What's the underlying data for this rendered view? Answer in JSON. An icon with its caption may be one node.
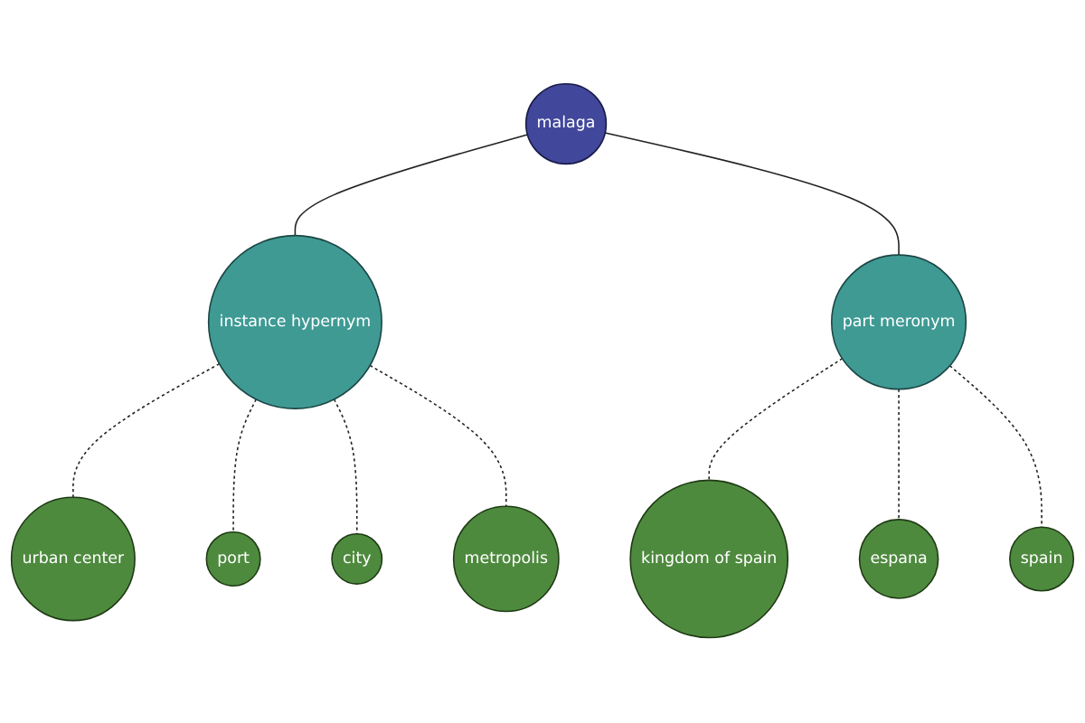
{
  "diagram": {
    "nodes": [
      {
        "text": [
          "urban center"
        ]
      },
      {
        "text": [
          "port"
        ]
      },
      {
        "text": [
          "city"
        ]
      },
      {
        "text": [
          "instance hypernym"
        ]
      },
      {
        "text": [
          "metropolis"
        ]
      },
      {
        "text": [
          "malaga"
        ]
      },
      {
        "text": [
          "kingdom of spain"
        ]
      },
      {
        "text": [
          "part meronym"
        ]
      },
      {
        "text": [
          "espana"
        ]
      },
      {
        "text": [
          "spain"
        ]
      }
    ],
    "edges": [
      {
        "from": 3,
        "to": 0,
        "arrow": "none",
        "style": "dashed"
      },
      {
        "from": 3,
        "to": 1,
        "arrow": "none",
        "style": "dashed"
      },
      {
        "from": 3,
        "to": 2,
        "arrow": "none",
        "style": "dashed"
      },
      {
        "from": 3,
        "to": 4,
        "arrow": "none",
        "style": "dashed"
      },
      {
        "from": 5,
        "to": 3,
        "arrow": "none"
      },
      {
        "from": 5,
        "to": 7,
        "arrow": "none"
      },
      {
        "from": 7,
        "to": 6,
        "arrow": "none",
        "style": "dashed"
      },
      {
        "from": 7,
        "to": 8,
        "arrow": "none",
        "style": "dashed"
      },
      {
        "from": 7,
        "to": 9,
        "arrow": "none",
        "style": "dashed"
      }
    ]
  }
}
